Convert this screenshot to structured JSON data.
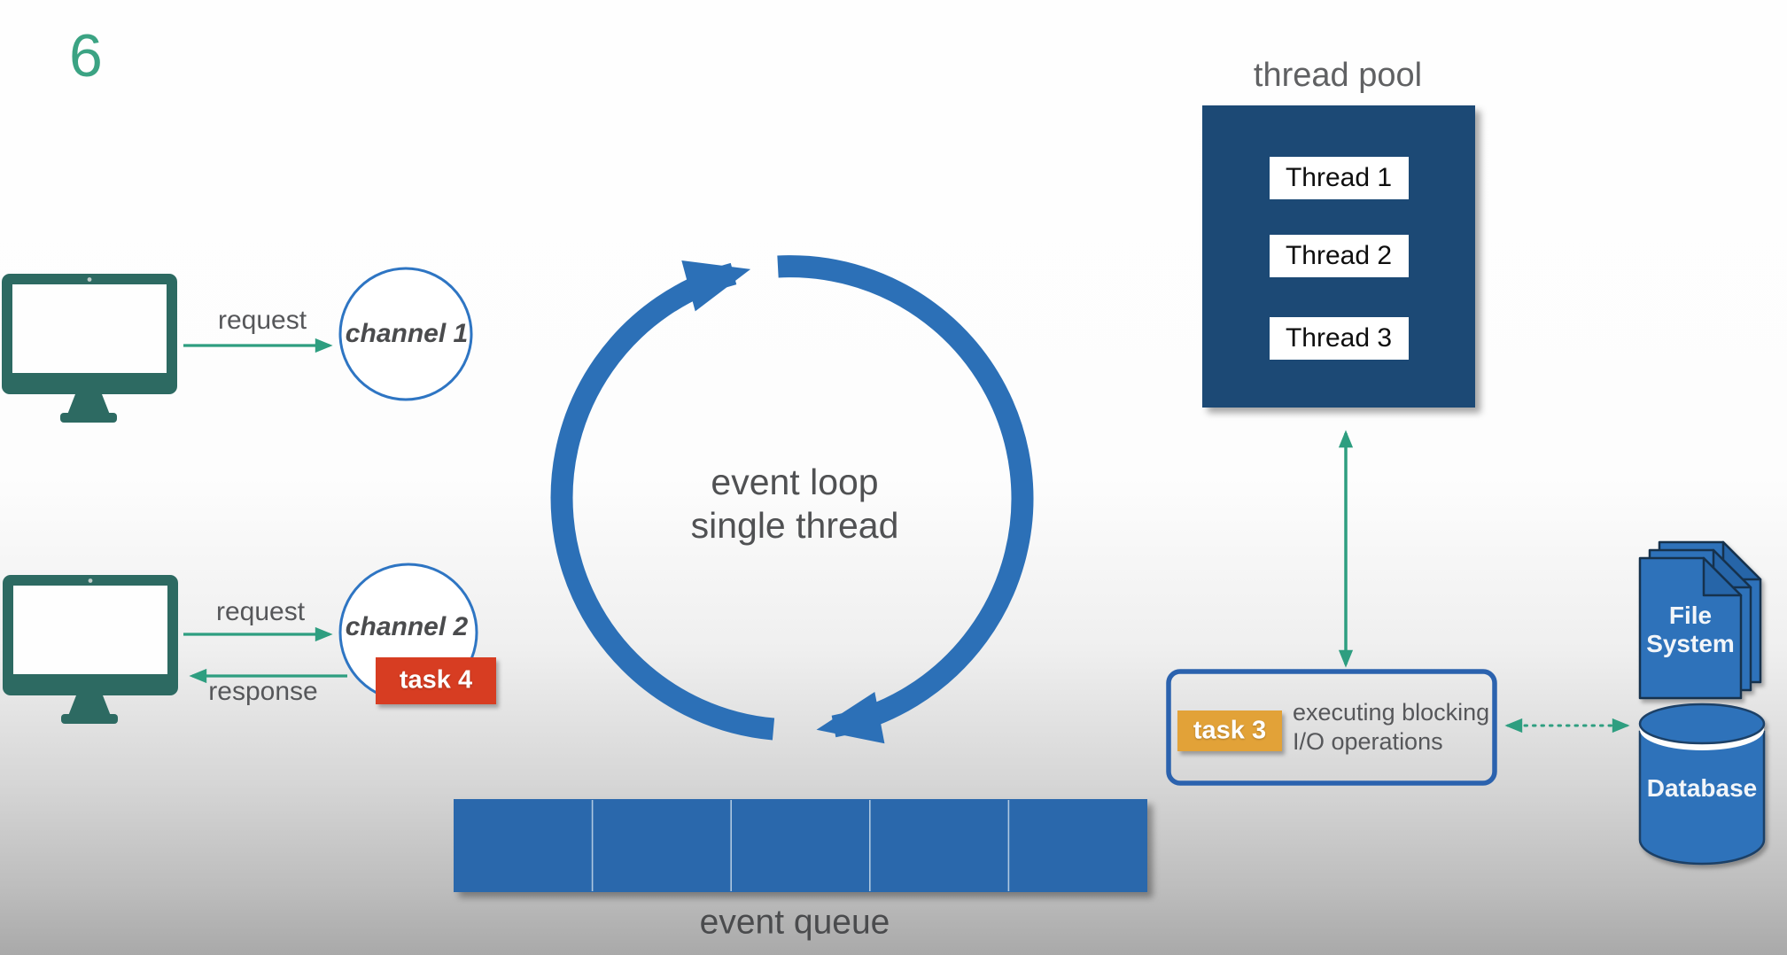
{
  "slide": {
    "number": "6"
  },
  "clients": {
    "client1": {
      "request_label": "request",
      "channel_label": "channel 1"
    },
    "client2": {
      "request_label": "request",
      "response_label": "response",
      "channel_label": "channel 2",
      "task_label": "task 4"
    }
  },
  "event_loop": {
    "line1": "event loop",
    "line2": "single thread"
  },
  "thread_pool": {
    "title": "thread pool",
    "threads": [
      "Thread 1",
      "Thread 2",
      "Thread 3"
    ]
  },
  "blocking_io": {
    "task_label": "task 3",
    "description_line1": "executing blocking",
    "description_line2": "I/O operations"
  },
  "storage": {
    "file_system_line1": "File",
    "file_system_line2": "System",
    "database_label": "Database"
  },
  "event_queue": {
    "label": "event queue",
    "cell_count": 5
  },
  "colors": {
    "slide_number_green": "#3BA383",
    "monitor_teal": "#2D6A62",
    "arrow_green": "#2E9E80",
    "channel_circle_blue": "#2E75C3",
    "loop_blue": "#2C70B7",
    "thread_pool_navy": "#1C4A74",
    "queue_blue": "#2A67AC",
    "storage_blue": "#2E72BA",
    "task3_orange": "#E2A237",
    "task4_red": "#D73C21",
    "label_gray": "#56575A"
  }
}
